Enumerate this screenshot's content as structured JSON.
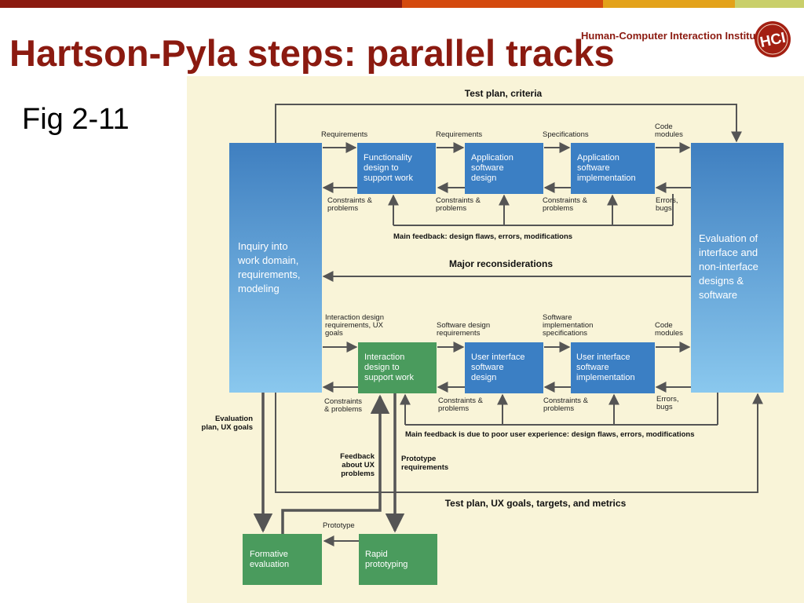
{
  "slide": {
    "title": "Hartson-Pyla steps: parallel tracks",
    "subtitle": "Fig 2-11",
    "brand": "Human-Computer Interaction Institute",
    "logo_text": "HCI",
    "title_color": "#8b1a10",
    "bar_colors": [
      "#8b1a10",
      "#d44a0e",
      "#e3a21a",
      "#c9cf6a"
    ]
  },
  "diagram": {
    "background": "#f9f4d8",
    "colors": {
      "blue": "#3b7fc4",
      "green": "#4a9b5d",
      "arrow": "#555555"
    },
    "boxes": {
      "inquiry": [
        "Inquiry into",
        "work domain,",
        "requirements,",
        "modeling"
      ],
      "evaluation": [
        "Evaluation of",
        "interface and",
        "non-interface",
        "designs &",
        "software"
      ],
      "functionality": [
        "Functionality",
        "design to",
        "support work"
      ],
      "app_design": [
        "Application",
        "software",
        "design"
      ],
      "app_impl": [
        "Application",
        "software",
        "implementation"
      ],
      "interaction": [
        "Interaction",
        "design to",
        "support work"
      ],
      "ui_design": [
        "User interface",
        "software",
        "design"
      ],
      "ui_impl": [
        "User interface",
        "software",
        "implementation"
      ],
      "formative": [
        "Formative",
        "evaluation"
      ],
      "rapid": [
        "Rapid",
        "prototyping"
      ]
    },
    "labels": {
      "test_plan_top": "Test plan, criteria",
      "req1": "Requirements",
      "req2": "Requirements",
      "specs": "Specifications",
      "code_top": [
        "Code",
        "modules"
      ],
      "cp1": [
        "Constraints &",
        "problems"
      ],
      "cp2": [
        "Constraints &",
        "problems"
      ],
      "cp3": [
        "Constraints &",
        "problems"
      ],
      "errors_top": [
        "Errors,",
        "bugs"
      ],
      "main_feedback_top": "Main feedback: design flaws, errors, modifications",
      "major_reconsiderations": "Major reconsiderations",
      "ixd_req": [
        "Interaction design",
        "requirements, UX",
        "goals"
      ],
      "sw_design_req": [
        "Software design",
        "requirements"
      ],
      "sw_impl_specs": [
        "Software",
        "implementation",
        "specifications"
      ],
      "code_bottom": [
        "Code",
        "modules"
      ],
      "cp4": [
        "Constraints",
        "& problems"
      ],
      "cp5": [
        "Constraints &",
        "problems"
      ],
      "cp6": [
        "Constraints &",
        "problems"
      ],
      "errors_bottom": [
        "Errors,",
        "bugs"
      ],
      "main_feedback_bottom": "Main feedback is due to poor user experience: design flaws, errors, modifications",
      "eval_plan": [
        "Evaluation",
        "plan, UX goals"
      ],
      "feedback_ux": [
        "Feedback",
        "about UX",
        "problems"
      ],
      "proto_req": [
        "Prototype",
        "requirements"
      ],
      "test_plan_bottom": "Test plan, UX goals, targets, and metrics",
      "prototype": "Prototype"
    }
  }
}
